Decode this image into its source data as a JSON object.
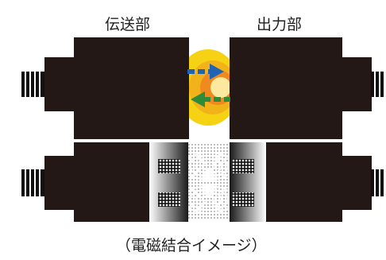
{
  "labels": {
    "left_unit": "伝送部",
    "right_unit": "出力部",
    "caption": "（電磁結合イメージ）"
  },
  "colors": {
    "body": "#231816",
    "field_yellow": "#f5d213",
    "field_orange": "#ee8a1f",
    "arrow_blue": "#1f64b4",
    "arrow_green": "#2e8b3a"
  }
}
